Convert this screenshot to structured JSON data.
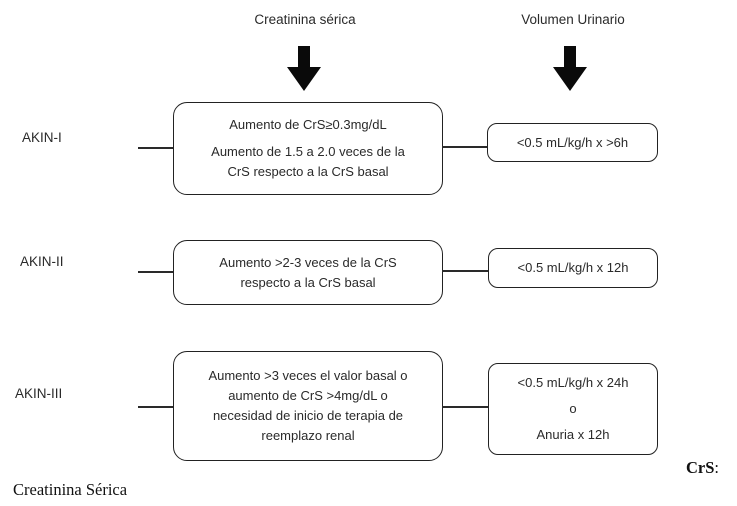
{
  "header": {
    "creatinine_column": "Creatinina sérica",
    "urine_column": "Volumen Urinario"
  },
  "rows": {
    "akin1": {
      "label": "AKIN-I",
      "creatinine_box": {
        "paragraph1": "Aumento de CrS≥0.3mg/dL",
        "paragraph2_line1": "Aumento de 1.5 a 2.0 veces de la",
        "paragraph2_line2": "CrS respecto a la CrS basal"
      },
      "urine_box": {
        "line1": "<0.5 mL/kg/h x >6h"
      }
    },
    "akin2": {
      "label": "AKIN-II",
      "creatinine_box": {
        "line1": "Aumento >2-3 veces de la CrS",
        "line2": "respecto a la CrS basal"
      },
      "urine_box": {
        "line1": "<0.5 mL/kg/h x 12h"
      }
    },
    "akin3": {
      "label": "AKIN-III",
      "creatinine_box": {
        "line1": "Aumento >3 veces el valor basal o",
        "line2": "aumento de CrS >4mg/dL o",
        "line3": "necesidad de inicio de terapia de",
        "line4": "reemplazo renal"
      },
      "urine_box": {
        "line1": "<0.5 mL/kg/h x 24h",
        "line2": "o",
        "line3": "Anuria x 12h"
      }
    }
  },
  "footnote": {
    "abbreviation": "CrS",
    "separator": ":",
    "expansion": "Creatinina Sérica"
  },
  "colors": {
    "ink": "#222222",
    "background": "#ffffff"
  }
}
